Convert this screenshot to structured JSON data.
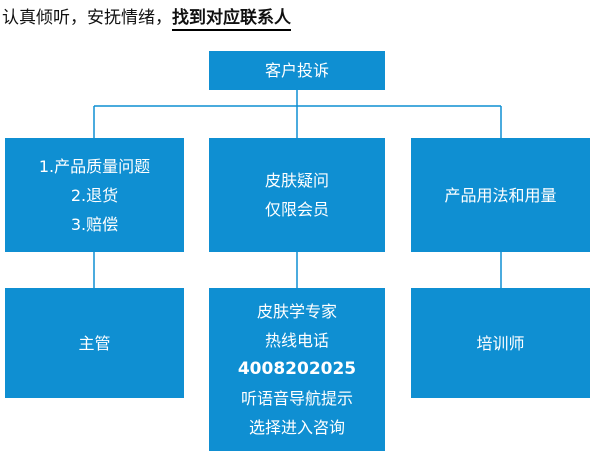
{
  "header": {
    "prefix": "认真倾听，安抚情绪，",
    "emphasis": "找到对应联系人"
  },
  "diagram": {
    "root": "客户投诉",
    "categories": [
      {
        "lines": [
          "1.产品质量问题",
          "2.退货",
          "3.赔偿"
        ]
      },
      {
        "lines": [
          "皮肤疑问",
          "仅限会员"
        ]
      },
      {
        "lines": [
          "产品用法和用量"
        ]
      }
    ],
    "contacts": [
      {
        "lines": [
          "主管"
        ]
      },
      {
        "title_lines": [
          "皮肤学专家",
          "热线电话"
        ],
        "phone": "4008202025",
        "note_lines": [
          "听语音导航提示",
          "选择进入咨询"
        ]
      },
      {
        "lines": [
          "培训师"
        ]
      }
    ]
  },
  "colors": {
    "box": "#0f8fd2",
    "connector": "#0f8fd2",
    "text": "#ffffff"
  }
}
